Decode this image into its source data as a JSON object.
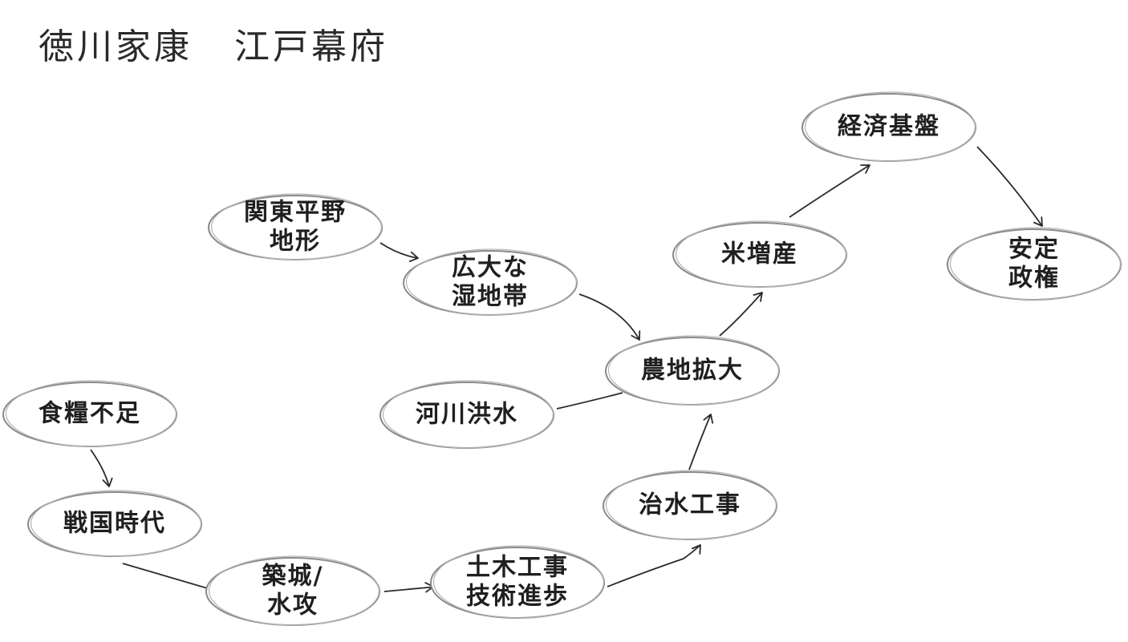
{
  "title": {
    "part1": "徳川家康",
    "part2": "江戸幕府"
  },
  "nodes": [
    {
      "id": "kanto",
      "lines": [
        "関東平野",
        "地形"
      ]
    },
    {
      "id": "shicchi",
      "lines": [
        "広大な",
        "湿地帯"
      ]
    },
    {
      "id": "nouchi",
      "lines": [
        "農地拡大"
      ]
    },
    {
      "id": "kasen",
      "lines": [
        "河川洪水"
      ]
    },
    {
      "id": "kome",
      "lines": [
        "米増産"
      ]
    },
    {
      "id": "keizai",
      "lines": [
        "経済基盤"
      ]
    },
    {
      "id": "antei",
      "lines": [
        "安定",
        "政権"
      ]
    },
    {
      "id": "shokuryo",
      "lines": [
        "食糧不足"
      ]
    },
    {
      "id": "sengoku",
      "lines": [
        "戦国時代"
      ]
    },
    {
      "id": "chikujo",
      "lines": [
        "築城/",
        "水攻"
      ]
    },
    {
      "id": "doboku",
      "lines": [
        "土木工事",
        "技術進歩"
      ]
    },
    {
      "id": "chisui",
      "lines": [
        "治水工事"
      ]
    }
  ],
  "edges": [
    {
      "from": "kanto",
      "to": "shicchi",
      "arrow": true
    },
    {
      "from": "shicchi",
      "to": "nouchi",
      "arrow": true
    },
    {
      "from": "kasen",
      "to": "nouchi",
      "arrow": false
    },
    {
      "from": "nouchi",
      "to": "kome",
      "arrow": true
    },
    {
      "from": "kome",
      "to": "keizai",
      "arrow": true
    },
    {
      "from": "keizai",
      "to": "antei",
      "arrow": true
    },
    {
      "from": "shokuryo",
      "to": "sengoku",
      "arrow": true
    },
    {
      "from": "sengoku",
      "to": "chikujo",
      "arrow": true
    },
    {
      "from": "doboku",
      "to": "chikujo",
      "arrow": true
    },
    {
      "from": "doboku",
      "to": "chisui",
      "arrow": true
    },
    {
      "from": "chisui",
      "to": "nouchi",
      "arrow": true
    }
  ]
}
